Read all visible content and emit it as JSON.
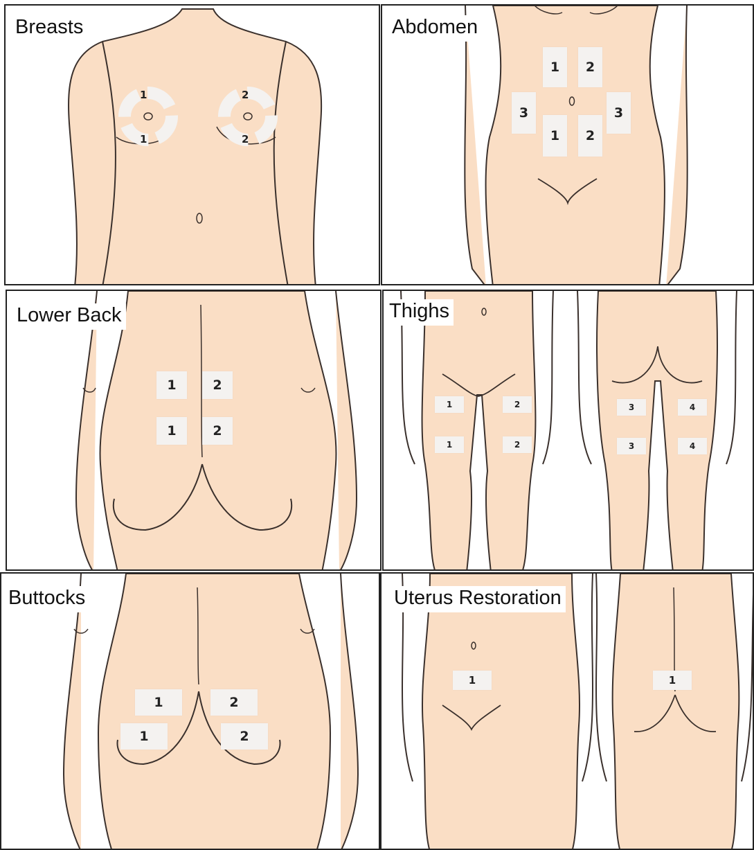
{
  "colors": {
    "skin": "#fadec5",
    "outline": "#3a302c",
    "pad": "#f4f2f0",
    "border": "#222222"
  },
  "panels": [
    {
      "title": "Breasts",
      "labels": [
        "1",
        "1",
        "2",
        "2"
      ]
    },
    {
      "title": "Abdomen",
      "labels": [
        "1",
        "2",
        "3",
        "3",
        "1",
        "2"
      ]
    },
    {
      "title": "Lower Back",
      "labels": [
        "1",
        "2",
        "1",
        "2"
      ]
    },
    {
      "title": "Thighs",
      "labels": [
        "1",
        "2",
        "1",
        "2",
        "3",
        "4",
        "3",
        "4"
      ]
    },
    {
      "title": "Buttocks",
      "labels": [
        "1",
        "2",
        "1",
        "2"
      ]
    },
    {
      "title": "Uterus Restoration",
      "labels": [
        "1",
        "1"
      ]
    }
  ]
}
